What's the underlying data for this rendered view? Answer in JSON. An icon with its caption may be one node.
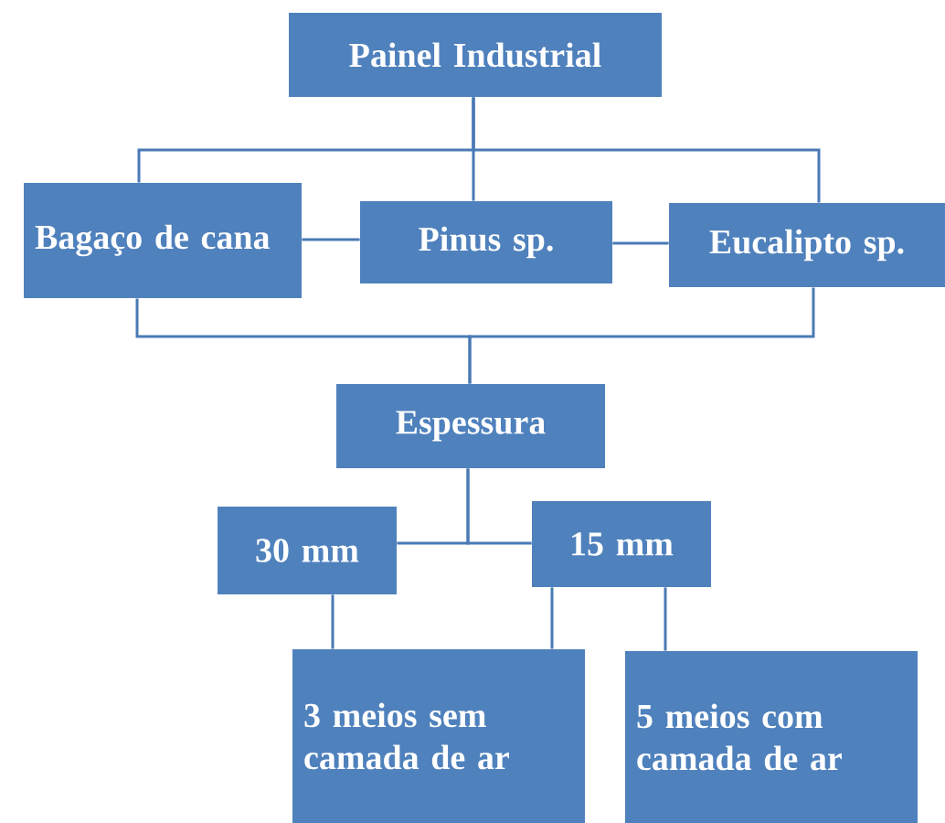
{
  "diagram": {
    "nodes": [
      {
        "text": [
          "Painel Industrial"
        ]
      },
      {
        "text": [
          "Bagaço de cana"
        ]
      },
      {
        "text": [
          "Pinus sp."
        ]
      },
      {
        "text": [
          "Eucalipto sp."
        ]
      },
      {
        "text": [
          "Espessura"
        ]
      },
      {
        "text": [
          "30 mm"
        ]
      },
      {
        "text": [
          "15 mm"
        ]
      },
      {
        "text": [
          "3 meios sem camada de ar"
        ]
      },
      {
        "text": [
          "5 meios com camada de ar"
        ]
      }
    ],
    "edges": [
      {
        "from": 0,
        "to": 1,
        "arrow": "none"
      },
      {
        "from": 0,
        "to": 2,
        "arrow": "none"
      },
      {
        "from": 0,
        "to": 3,
        "arrow": "none"
      },
      {
        "from": 1,
        "to": 2,
        "arrow": "none"
      },
      {
        "from": 2,
        "to": 3,
        "arrow": "none"
      },
      {
        "from": 1,
        "to": 4,
        "arrow": "none"
      },
      {
        "from": 3,
        "to": 4,
        "arrow": "none"
      },
      {
        "from": 4,
        "to": 5,
        "arrow": "none"
      },
      {
        "from": 4,
        "to": 6,
        "arrow": "none"
      },
      {
        "from": 5,
        "to": 7,
        "arrow": "none"
      },
      {
        "from": 6,
        "to": 7,
        "arrow": "none"
      },
      {
        "from": 6,
        "to": 8,
        "arrow": "none"
      }
    ]
  }
}
